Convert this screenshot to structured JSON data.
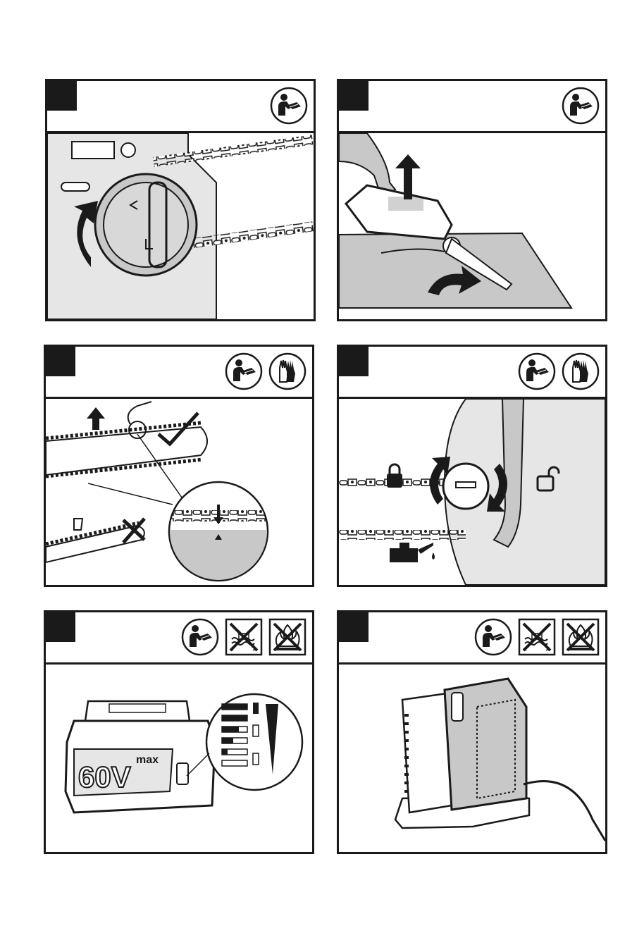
{
  "panels": [
    {
      "id": 1,
      "icons": [
        "manual-icon"
      ],
      "scene": "chain-cover-knob-rotation"
    },
    {
      "id": 2,
      "icons": [
        "manual-icon"
      ],
      "scene": "chainsaw-lift-tilt"
    },
    {
      "id": 3,
      "icons": [
        "manual-icon",
        "gloves-icon"
      ],
      "scene": "chain-tension-check"
    },
    {
      "id": 4,
      "icons": [
        "manual-icon",
        "gloves-icon"
      ],
      "scene": "lock-unlock-oil"
    },
    {
      "id": 5,
      "icons": [
        "manual-icon",
        "no-water-icon",
        "no-fire-icon"
      ],
      "scene": "battery-charge-levels"
    },
    {
      "id": 6,
      "icons": [
        "manual-icon",
        "no-water-icon",
        "no-fire-icon"
      ],
      "scene": "battery-in-charger"
    }
  ],
  "battery": {
    "brand_text": "60V",
    "sub_text": "max"
  },
  "colors": {
    "ink": "#1a1a1a",
    "fill_gray": "#c8c8c8",
    "light_gray": "#e6e6e6"
  }
}
